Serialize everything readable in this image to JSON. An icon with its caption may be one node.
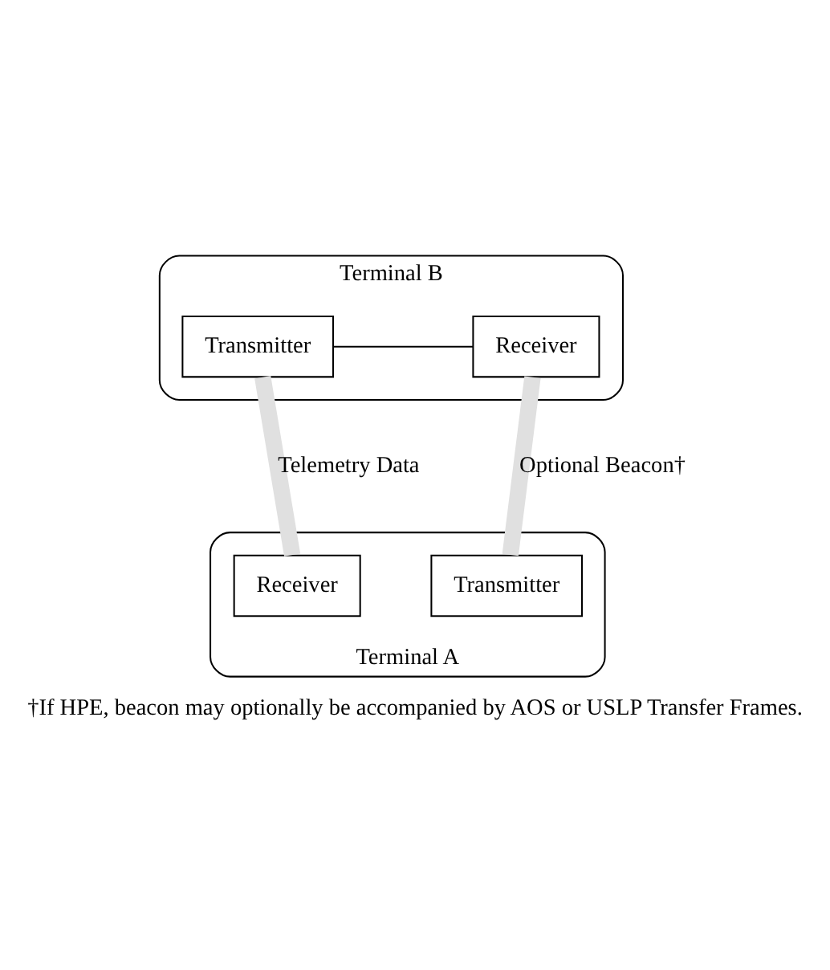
{
  "diagram": {
    "caption": "†If HPE, beacon may optionally be accompanied by AOS or USLP Transfer Frames.",
    "nodes": [
      {
        "text": [
          "Terminal B"
        ]
      },
      {
        "text": [
          "Transmitter"
        ],
        "in": 0
      },
      {
        "text": [
          "Receiver"
        ],
        "in": 0
      },
      {
        "text": [
          "Terminal A"
        ]
      },
      {
        "text": [
          "Receiver"
        ],
        "in": 3
      },
      {
        "text": [
          "Transmitter"
        ],
        "in": 3
      }
    ],
    "edges": [
      {
        "from": 1,
        "to": 2,
        "arrow": "none",
        "color": "#000000"
      },
      {
        "from": 1,
        "to": 4,
        "arrow": "none",
        "label": "Telemetry Data",
        "color": "#e0e0e0"
      },
      {
        "from": 5,
        "to": 2,
        "arrow": "none",
        "label": "Optional Beacon†",
        "color": "#e0e0e0"
      }
    ]
  }
}
